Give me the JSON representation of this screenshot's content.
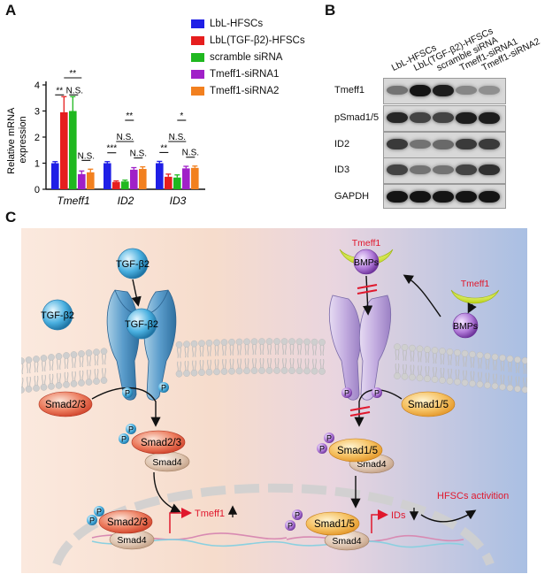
{
  "panels": {
    "A": "A",
    "B": "B",
    "C": "C"
  },
  "legend": [
    {
      "label": "LbL-HFSCs",
      "color": "#1f1fe6"
    },
    {
      "label": "LbL(TGF-β2)-HFSCs",
      "color": "#e61e1e"
    },
    {
      "label": "scramble siRNA",
      "color": "#1fb81f"
    },
    {
      "label": "Tmeff1-siRNA1",
      "color": "#a020c8"
    },
    {
      "label": "Tmeff1-siRNA2",
      "color": "#f2801f"
    }
  ],
  "chart_data": {
    "type": "bar",
    "ylabel": "Relative mRNA\nexpression",
    "ylim": [
      0,
      4
    ],
    "yticks": [
      0,
      1,
      2,
      3,
      4
    ],
    "categories": [
      "Tmeff1",
      "ID2",
      "ID3"
    ],
    "series": [
      {
        "name": "LbL-HFSCs",
        "values": [
          1.0,
          1.0,
          1.0
        ],
        "errors": [
          0.06,
          0.06,
          0.07
        ]
      },
      {
        "name": "LbL(TGF-β2)-HFSCs",
        "values": [
          2.95,
          0.28,
          0.48
        ],
        "errors": [
          0.6,
          0.04,
          0.1
        ]
      },
      {
        "name": "scramble siRNA",
        "values": [
          3.0,
          0.3,
          0.45
        ],
        "errors": [
          0.55,
          0.05,
          0.1
        ]
      },
      {
        "name": "Tmeff1-siRNA1",
        "values": [
          0.58,
          0.75,
          0.8
        ],
        "errors": [
          0.12,
          0.08,
          0.08
        ]
      },
      {
        "name": "Tmeff1-siRNA2",
        "values": [
          0.65,
          0.78,
          0.82
        ],
        "errors": [
          0.12,
          0.08,
          0.07
        ]
      }
    ],
    "significance": {
      "Tmeff1": [
        "**",
        "**",
        "N.S.",
        "N.S."
      ],
      "ID2": [
        "***",
        "N.S.",
        "**",
        "N.S."
      ],
      "ID3": [
        "**",
        "N.S.",
        "*",
        "N.S."
      ]
    }
  },
  "blot": {
    "lanes": [
      "LbL-HFSCs",
      "LbL(TGF-β2)-HFSCs",
      "scramble siRNA",
      "Tmeff1-siRNA1",
      "Tmeff1-siRNA2"
    ],
    "rows": [
      {
        "label": "Tmeff1",
        "intensity": [
          0.45,
          0.95,
          0.9,
          0.35,
          0.3
        ]
      },
      {
        "label": "pSmad1/5",
        "intensity": [
          0.85,
          0.7,
          0.7,
          0.9,
          0.9
        ]
      },
      {
        "label": "ID2",
        "intensity": [
          0.75,
          0.45,
          0.5,
          0.75,
          0.75
        ]
      },
      {
        "label": "ID3",
        "intensity": [
          0.7,
          0.45,
          0.45,
          0.7,
          0.8
        ]
      },
      {
        "label": "GAPDH",
        "intensity": [
          0.95,
          0.95,
          0.95,
          0.95,
          0.95
        ]
      }
    ]
  },
  "diagram": {
    "tgf_top": "TGF-β2",
    "tgf_free": "TGF-β2",
    "tgf_bound": "TGF-β2",
    "smad23_a": "Smad2/3",
    "smad23_b": "Smad2/3",
    "smad23_c": "Smad2/3",
    "smad4_a": "Smad4",
    "smad4_b": "Smad4",
    "smad4_c": "Smad4",
    "smad4_d": "Smad4",
    "smad15_a": "Smad1/5",
    "smad15_b": "Smad1/5",
    "smad15_c": "Smad1/5",
    "tmeff1_top": "Tmeff1",
    "tmeff1_right": "Tmeff1",
    "bmps_top": "BMPs",
    "bmps_right": "BMPs",
    "p": "P",
    "tmeff1_gene": "Tmeff1",
    "ids_gene": "IDs",
    "outcome": "HFSCs activition"
  }
}
